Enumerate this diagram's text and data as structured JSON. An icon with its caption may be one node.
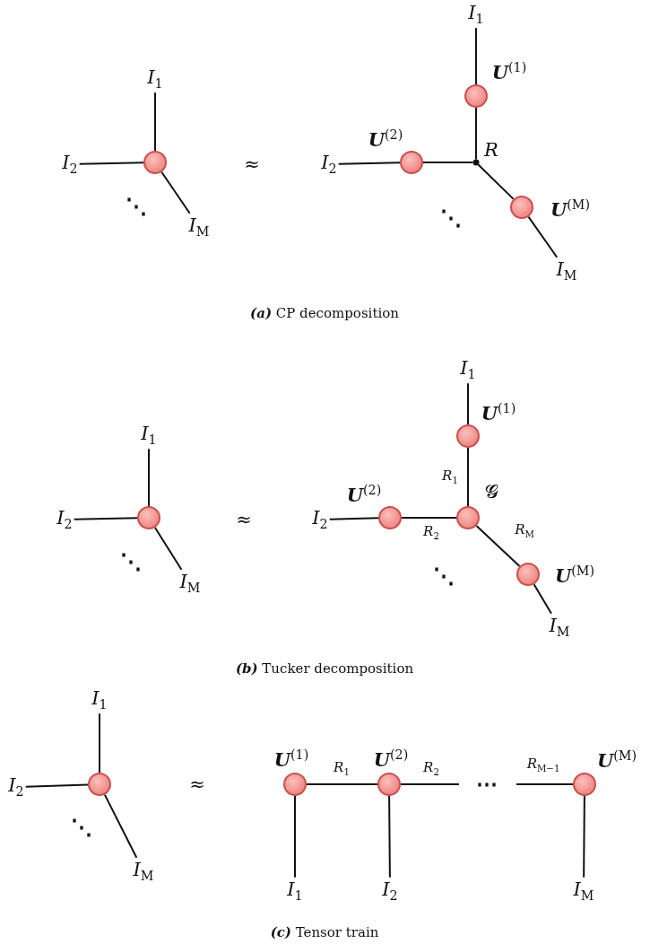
{
  "diagram": {
    "nodes": [
      {
        "text": [],
        "shape": "circle"
      },
      {
        "text": [
          "*I*$_{1}$"
        ]
      },
      {
        "text": [
          "*I*$_{2}$"
        ]
      },
      {
        "text": [
          "*I*$_{M}$"
        ]
      },
      {
        "text": [
          "*I*$_{1}$"
        ]
      },
      {
        "text": [],
        "shape": "circle",
        "beside": [
          "**U**$^{(1)}$"
        ]
      },
      {
        "text": [],
        "shape": "dot",
        "beside": [
          "*R*"
        ]
      },
      {
        "text": [],
        "shape": "circle",
        "beside": [
          "**U**$^{(2)}$"
        ]
      },
      {
        "text": [
          "*I*$_{2}$"
        ]
      },
      {
        "text": [],
        "shape": "circle",
        "beside": [
          "**U**$^{(M)}$"
        ]
      },
      {
        "text": [
          "*I*$_{M}$"
        ]
      },
      {
        "text": [],
        "shape": "circle"
      },
      {
        "text": [
          "*I*$_{1}$"
        ]
      },
      {
        "text": [
          "*I*$_{2}$"
        ]
      },
      {
        "text": [
          "*I*$_{M}$"
        ]
      },
      {
        "text": [
          "*I*$_{1}$"
        ]
      },
      {
        "text": [],
        "shape": "circle",
        "beside": [
          "**U**$^{(1)}$"
        ]
      },
      {
        "text": [],
        "shape": "circle",
        "beside": [
          "𝓖"
        ]
      },
      {
        "text": [],
        "shape": "circle",
        "beside": [
          "**U**$^{(2)}$"
        ]
      },
      {
        "text": [
          "*I*$_{2}$"
        ]
      },
      {
        "text": [],
        "shape": "circle",
        "beside": [
          "**U**$^{(M)}$"
        ]
      },
      {
        "text": [
          "*I*$_{M}$"
        ]
      },
      {
        "text": [],
        "shape": "circle"
      },
      {
        "text": [
          "*I*$_{1}$"
        ]
      },
      {
        "text": [
          "*I*$_{2}$"
        ]
      },
      {
        "text": [
          "*I*$_{M}$"
        ]
      },
      {
        "text": [],
        "shape": "circle",
        "beside": [
          "**U**$^{(1)}$"
        ]
      },
      {
        "text": [
          "*I*$_{1}$"
        ]
      },
      {
        "text": [],
        "shape": "circle",
        "beside": [
          "**U**$^{(2)}$"
        ]
      },
      {
        "text": [
          "*I*$_{2}$"
        ]
      },
      {
        "text": [],
        "shape": "circle",
        "beside": [
          "**U**$^{(M)}$"
        ]
      },
      {
        "text": [
          "*I*$_{M}$"
        ]
      }
    ],
    "edges": [
      {
        "from": 0,
        "to": 1,
        "arrow": "none"
      },
      {
        "from": 0,
        "to": 2,
        "arrow": "none"
      },
      {
        "from": 0,
        "to": 3,
        "arrow": "none"
      },
      {
        "from": 5,
        "to": 4,
        "arrow": "none"
      },
      {
        "from": 5,
        "to": 6,
        "arrow": "none"
      },
      {
        "from": 7,
        "to": 6,
        "arrow": "none"
      },
      {
        "from": 8,
        "to": 7,
        "arrow": "none"
      },
      {
        "from": 6,
        "to": 9,
        "arrow": "none"
      },
      {
        "from": 9,
        "to": 10,
        "arrow": "none"
      },
      {
        "from": 11,
        "to": 12,
        "arrow": "none"
      },
      {
        "from": 11,
        "to": 13,
        "arrow": "none"
      },
      {
        "from": 11,
        "to": 14,
        "arrow": "none"
      },
      {
        "from": 16,
        "to": 15,
        "arrow": "none"
      },
      {
        "from": 16,
        "to": 17,
        "arrow": "none",
        "label": "*R*$_{1}$"
      },
      {
        "from": 18,
        "to": 17,
        "arrow": "none",
        "label": "*R*$_{2}$"
      },
      {
        "from": 19,
        "to": 18,
        "arrow": "none"
      },
      {
        "from": 17,
        "to": 20,
        "arrow": "none",
        "label": "*R*$_{M}$"
      },
      {
        "from": 20,
        "to": 21,
        "arrow": "none"
      },
      {
        "from": 22,
        "to": 23,
        "arrow": "none"
      },
      {
        "from": 22,
        "to": 24,
        "arrow": "none"
      },
      {
        "from": 22,
        "to": 25,
        "arrow": "none"
      },
      {
        "from": 26,
        "to": 28,
        "arrow": "none",
        "label": "*R*$_{1}$"
      },
      {
        "from": 26,
        "to": 27,
        "arrow": "none"
      },
      {
        "from": 28,
        "to": 29,
        "arrow": "none"
      },
      {
        "from": 28,
        "to": null,
        "arrow": "none",
        "label": "*R*$_{2}$"
      },
      {
        "from": null,
        "to": 30,
        "arrow": "none",
        "label": "*R*$_{M−1}$"
      },
      {
        "from": 30,
        "to": 31,
        "arrow": "none"
      }
    ],
    "labels": [
      "⋱",
      "≈",
      "⋱",
      "**(a)** CP decomposition",
      "⋱",
      "≈",
      "⋱",
      "**(b)** Tucker decomposition",
      "≈",
      "⋱",
      "⋯",
      "**(c)** Tensor train"
    ]
  }
}
